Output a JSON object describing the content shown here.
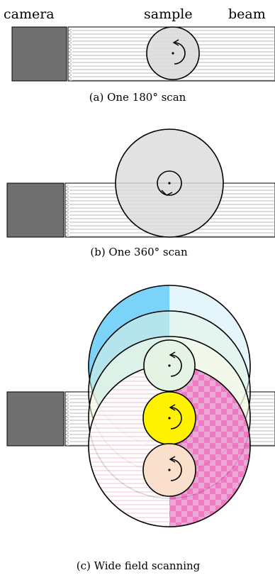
{
  "header": {
    "camera": "camera",
    "sample": "sample",
    "beam": "beam"
  },
  "captions": {
    "a": "(a) One 180° scan",
    "b": "(b) One 360° scan",
    "c": "(c) Wide field scanning"
  },
  "colors": {
    "camera": "#707070",
    "sample_gray": "#dcdcdc",
    "beam_line": "#9a9a9a",
    "blue_light": "#e2f4fc",
    "blue": "#6dcff6",
    "green": "#e4f3e4",
    "yellow_light": "#fefde6",
    "yellow": "#fff200",
    "pink": "#f066b8",
    "pink_checker": "#e89ccf",
    "peach": "#f9dfcc",
    "line": "#000000"
  },
  "icons": {
    "rotation": "rotation-arrow-icon",
    "center": "rotation-center-icon"
  }
}
